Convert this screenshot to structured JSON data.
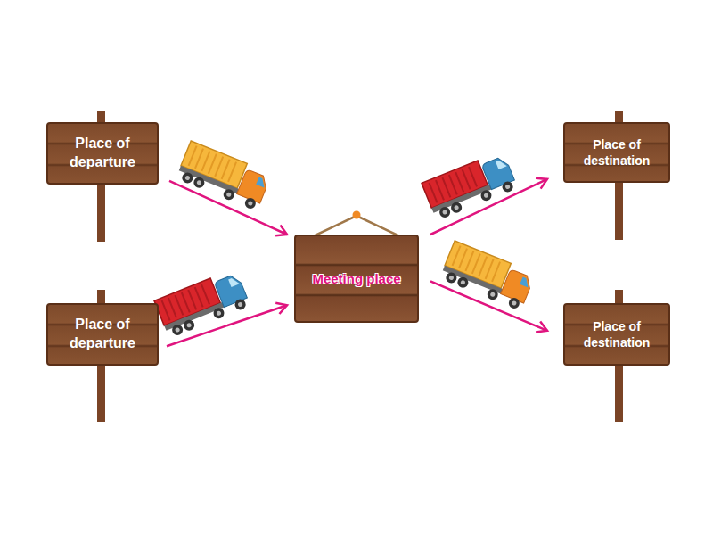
{
  "diagram": {
    "nodes": [
      {
        "text": [
          "Place of departure"
        ]
      },
      {
        "text": [
          "Place of departure"
        ]
      },
      {
        "text": [
          "Meeting place"
        ]
      },
      {
        "text": [
          "Place of destination"
        ]
      },
      {
        "text": [
          "Place of destination"
        ]
      }
    ],
    "edges": [
      {
        "from": 0,
        "to": 2,
        "arrow": "to"
      },
      {
        "from": 1,
        "to": 2,
        "arrow": "to"
      },
      {
        "from": 2,
        "to": 3,
        "arrow": "to"
      },
      {
        "from": 2,
        "to": 4,
        "arrow": "to"
      }
    ]
  }
}
